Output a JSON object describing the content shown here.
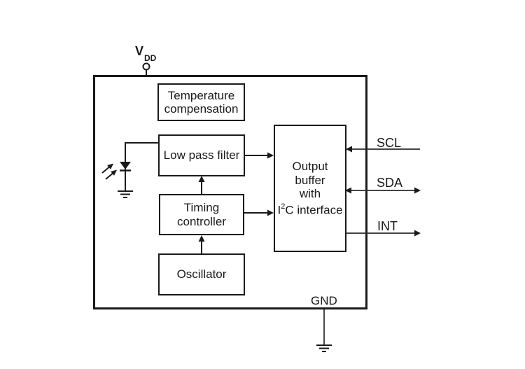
{
  "colors": {
    "background": "#ffffff",
    "ink": "#1a1a1a",
    "wire": "#2a2a2a"
  },
  "power_pin": {
    "label_main": "V",
    "label_sub": "DD"
  },
  "ground_pin": {
    "label": "GND"
  },
  "blocks": {
    "temperature_compensation": {
      "line1": "Temperature",
      "line2": "compensation"
    },
    "low_pass_filter": {
      "line1": "Low pass filter"
    },
    "timing_controller": {
      "line1": "Timing",
      "line2": "controller"
    },
    "oscillator": {
      "line1": "Oscillator"
    },
    "output_buffer": {
      "line1": "Output",
      "line2": "buffer",
      "line3": "with",
      "line4_base": "I",
      "line4_sup": "2",
      "line4_rest": "C interface"
    }
  },
  "signals": {
    "scl": {
      "label": "SCL",
      "direction": "input"
    },
    "sda": {
      "label": "SDA",
      "direction": "bidirectional"
    },
    "int": {
      "label": "INT",
      "direction": "output"
    }
  }
}
